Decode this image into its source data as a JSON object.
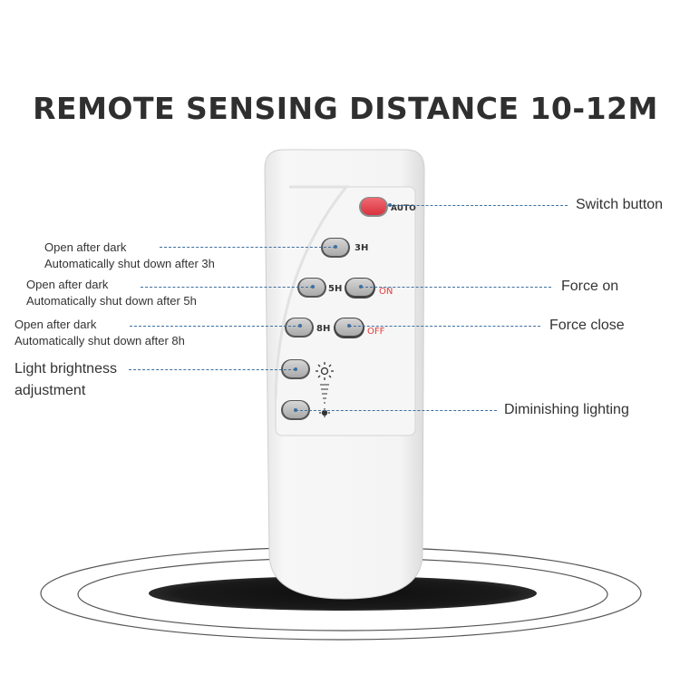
{
  "title": "REMOTE SENSING DISTANCE 10-12M",
  "remote": {
    "auto_label": "AUTO",
    "h3_label": "3H",
    "h5_label": "5H",
    "h8_label": "8H",
    "on_label": "ON",
    "off_label": "OFF",
    "accent_red": "#e24a55",
    "key_gray": "#c9c9c9"
  },
  "callouts": {
    "switch_button": "Switch button",
    "force_on": "Force on",
    "force_close": "Force close",
    "diminishing_lighting": "Diminishing lighting",
    "open_3h_line1": "Open after dark",
    "open_3h_line2": "Automatically shut down after 3h",
    "open_5h_line1": "Open after dark",
    "open_5h_line2": "Automatically shut down after 5h",
    "open_8h_line1": "Open after dark",
    "open_8h_line2": "Automatically shut down after 8h",
    "brightness_line1": "Light brightness",
    "brightness_line2": "adjustment"
  }
}
